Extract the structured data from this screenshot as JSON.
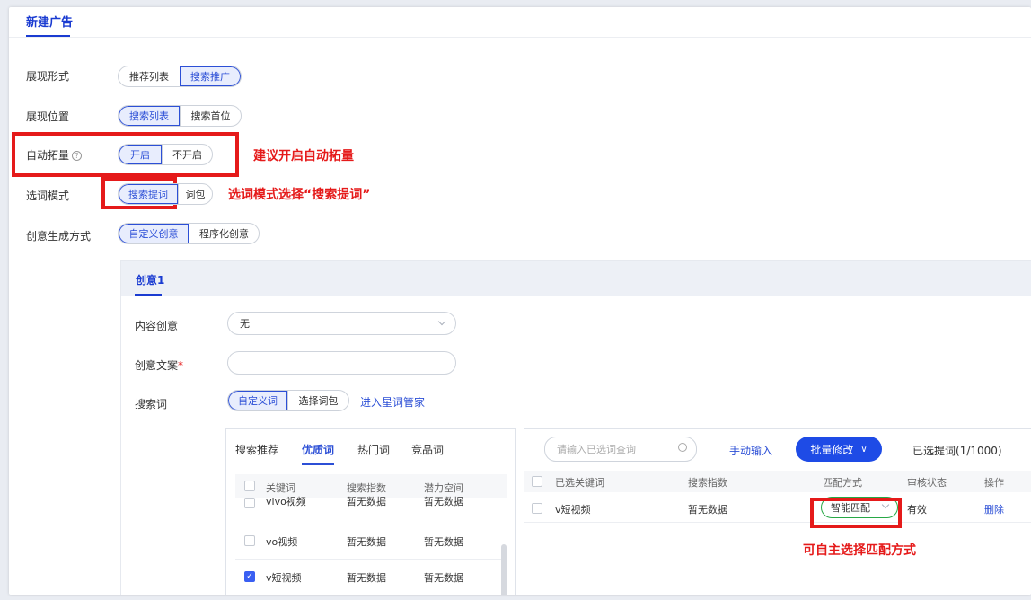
{
  "tab": {
    "title": "新建广告"
  },
  "form": {
    "display_form": {
      "label": "展现形式",
      "options": [
        "推荐列表",
        "搜索推广"
      ],
      "selected": 1
    },
    "display_position": {
      "label": "展现位置",
      "options": [
        "搜索列表",
        "搜索首位"
      ],
      "selected": 0
    },
    "auto_expand": {
      "label": "自动拓量",
      "help_icon": "?",
      "options": [
        "开启",
        "不开启"
      ],
      "selected": 0
    },
    "word_mode": {
      "label": "选词模式",
      "options": [
        "搜索提词",
        "词包"
      ],
      "selected": 0
    },
    "creative_mode": {
      "label": "创意生成方式",
      "options": [
        "自定义创意",
        "程序化创意"
      ],
      "selected": 0
    }
  },
  "annotations": {
    "auto_expand": "建议开启自动拓量",
    "word_mode": "选词模式选择“搜索提词”",
    "match": "可自主选择匹配方式"
  },
  "creative": {
    "tab_title": "创意1",
    "content_label": "内容创意",
    "content_value": "无",
    "copy_label": "创意文案",
    "copy_required": "*",
    "search_label": "搜索词",
    "search_options": [
      "自定义词",
      "选择词包"
    ],
    "search_selected": 0,
    "manage_link": "进入星词管家"
  },
  "left_table": {
    "tabs": [
      "搜索推荐",
      "优质词",
      "热门词",
      "竞品词"
    ],
    "active_tab": 1,
    "columns": [
      "关键词",
      "搜索指数",
      "潜力空间"
    ],
    "rows": [
      {
        "keyword": "vivo视频",
        "index": "暂无数据",
        "potential": "暂无数据",
        "checked": false
      },
      {
        "keyword": "vo视频",
        "index": "暂无数据",
        "potential": "暂无数据",
        "checked": false
      },
      {
        "keyword": "v短视频",
        "index": "暂无数据",
        "potential": "暂无数据",
        "checked": true
      }
    ]
  },
  "right_table": {
    "search_placeholder": "请输入已选词查询",
    "manual_input": "手动输入",
    "batch_edit": "批量修改",
    "selected_count": "已选提词(1/1000)",
    "columns": [
      "已选关键词",
      "搜索指数",
      "匹配方式",
      "审核状态",
      "操作"
    ],
    "rows": [
      {
        "keyword": "v短视频",
        "index": "暂无数据",
        "match": "智能匹配",
        "status": "有效",
        "action": "删除"
      }
    ]
  },
  "colors": {
    "accent": "#2c4fd6",
    "annotation": "#e51a1a",
    "match_border": "#27a845"
  }
}
